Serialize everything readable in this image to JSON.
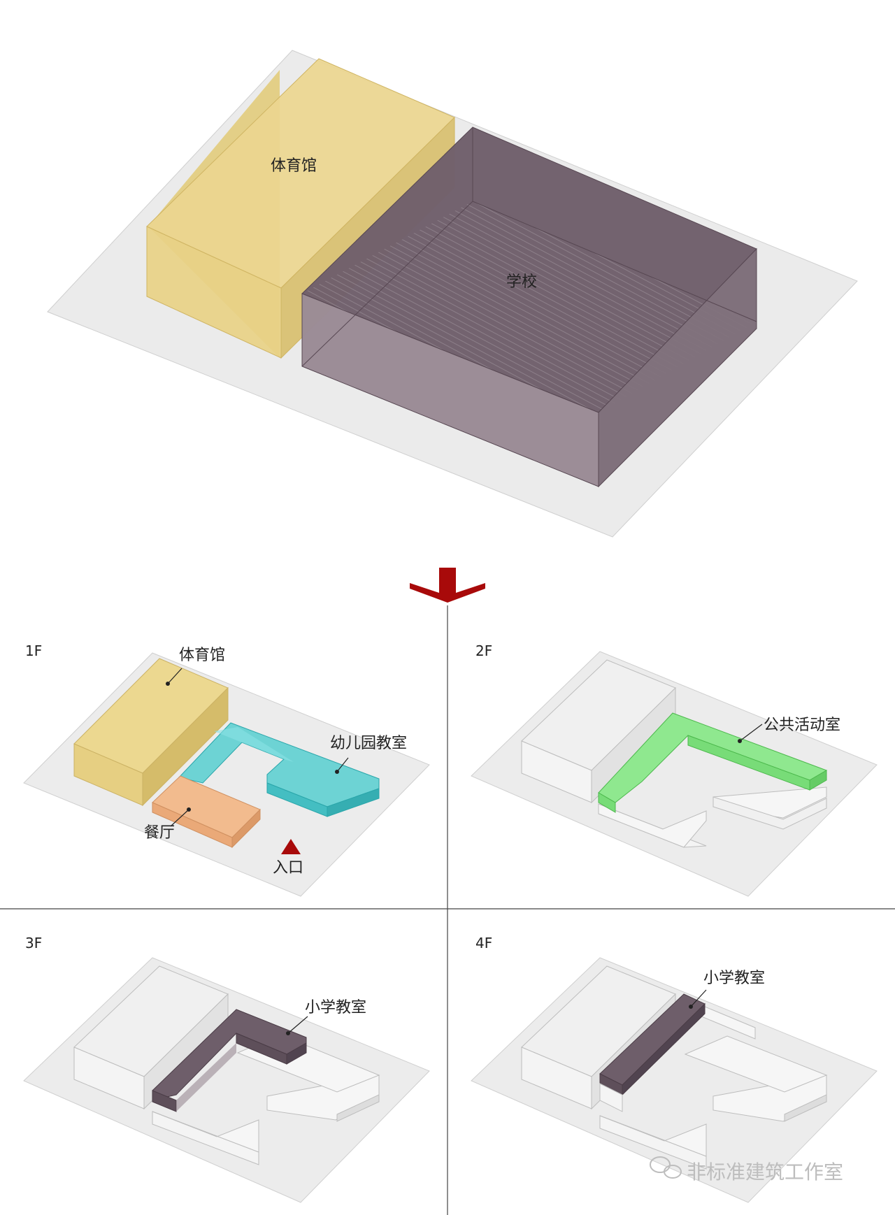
{
  "main_diagram": {
    "gym_label": "体育馆",
    "school_label": "学校"
  },
  "panels": {
    "f1": {
      "floor": "1F",
      "gym_label": "体育馆",
      "kindergarten_label": "幼儿园教室",
      "canteen_label": "餐厅",
      "entrance_label": "入口"
    },
    "f2": {
      "floor": "2F",
      "activity_label": "公共活动室"
    },
    "f3": {
      "floor": "3F",
      "classroom_label": "小学教室"
    },
    "f4": {
      "floor": "4F",
      "classroom_label": "小学教室"
    }
  },
  "watermark": {
    "text": "非标准建筑工作室",
    "icon": "wechat-icon"
  },
  "colors": {
    "gym": "#e8d48c",
    "school": "#6b5a66",
    "kindergarten": "#4cc9cc",
    "canteen": "#f0b484",
    "activity": "#8ee88e",
    "classroom": "#6a5a64",
    "arrow": "#a80a0a",
    "site": "#ececec"
  }
}
